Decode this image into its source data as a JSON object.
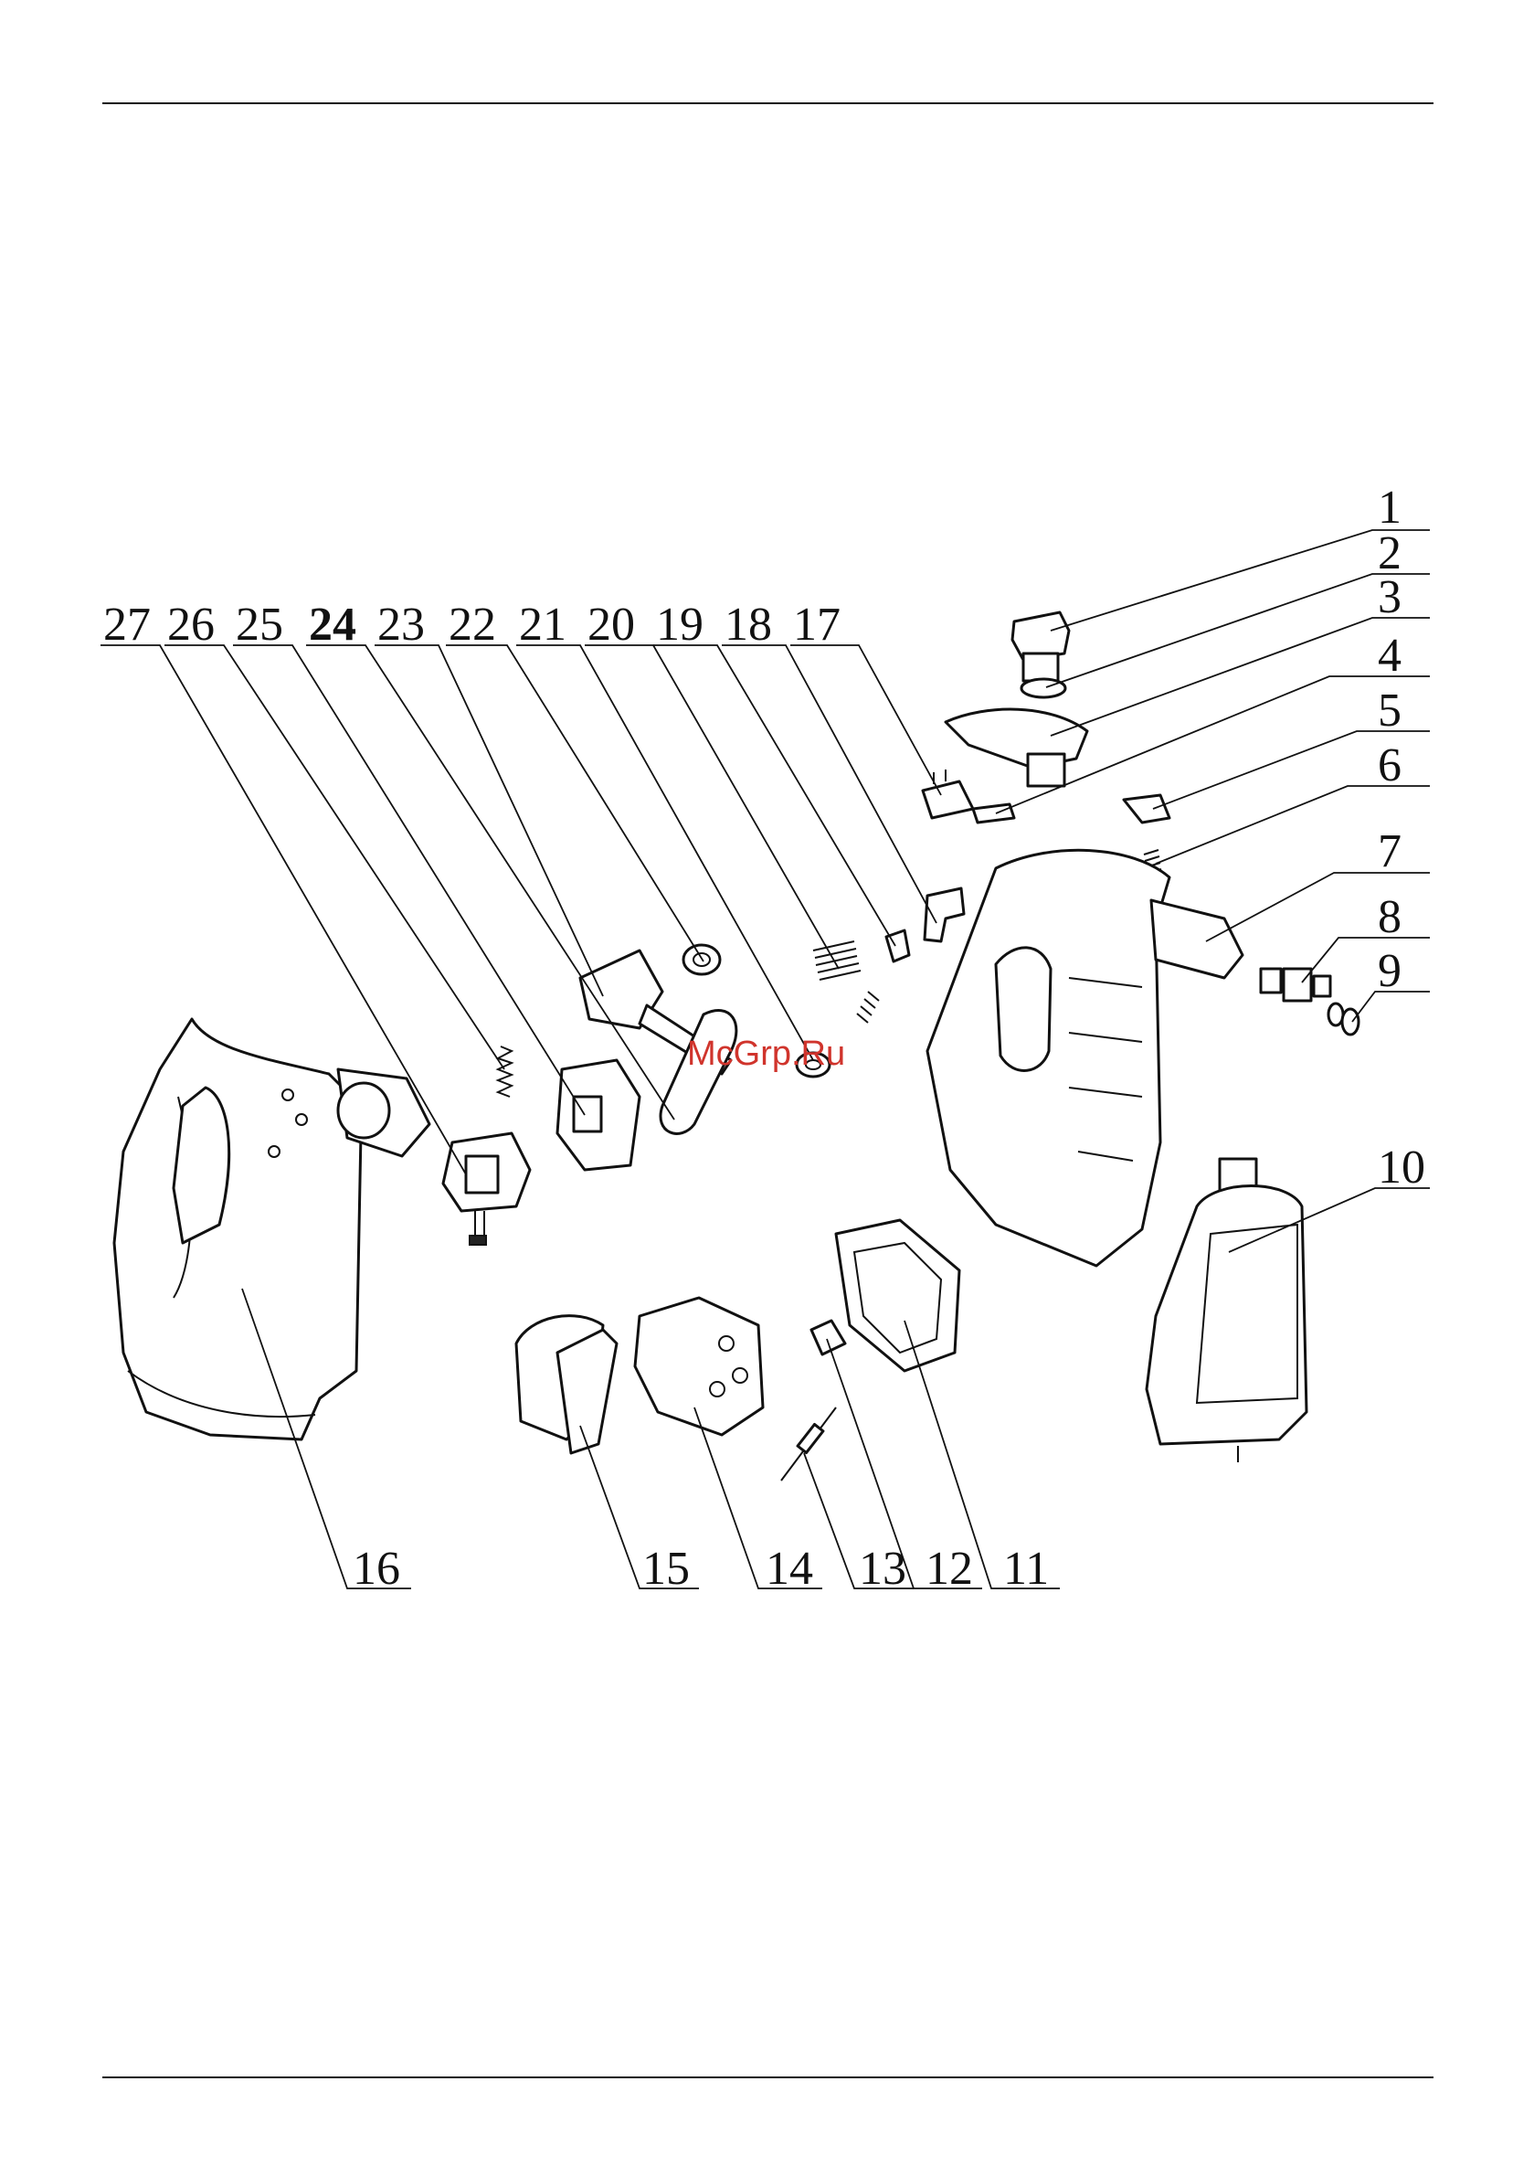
{
  "watermark": "McGrp.Ru",
  "callouts": {
    "c1": "1",
    "c2": "2",
    "c3": "3",
    "c4": "4",
    "c5": "5",
    "c6": "6",
    "c7": "7",
    "c8": "8",
    "c9": "9",
    "c10": "10",
    "c11": "11",
    "c12": "12",
    "c13": "13",
    "c14": "14",
    "c15": "15",
    "c16": "16",
    "c17": "17",
    "c18": "18",
    "c19": "19",
    "c20": "20",
    "c21": "21",
    "c22": "22",
    "c23": "23",
    "c24": "24",
    "c25": "25",
    "c26": "26",
    "c27": "27"
  }
}
